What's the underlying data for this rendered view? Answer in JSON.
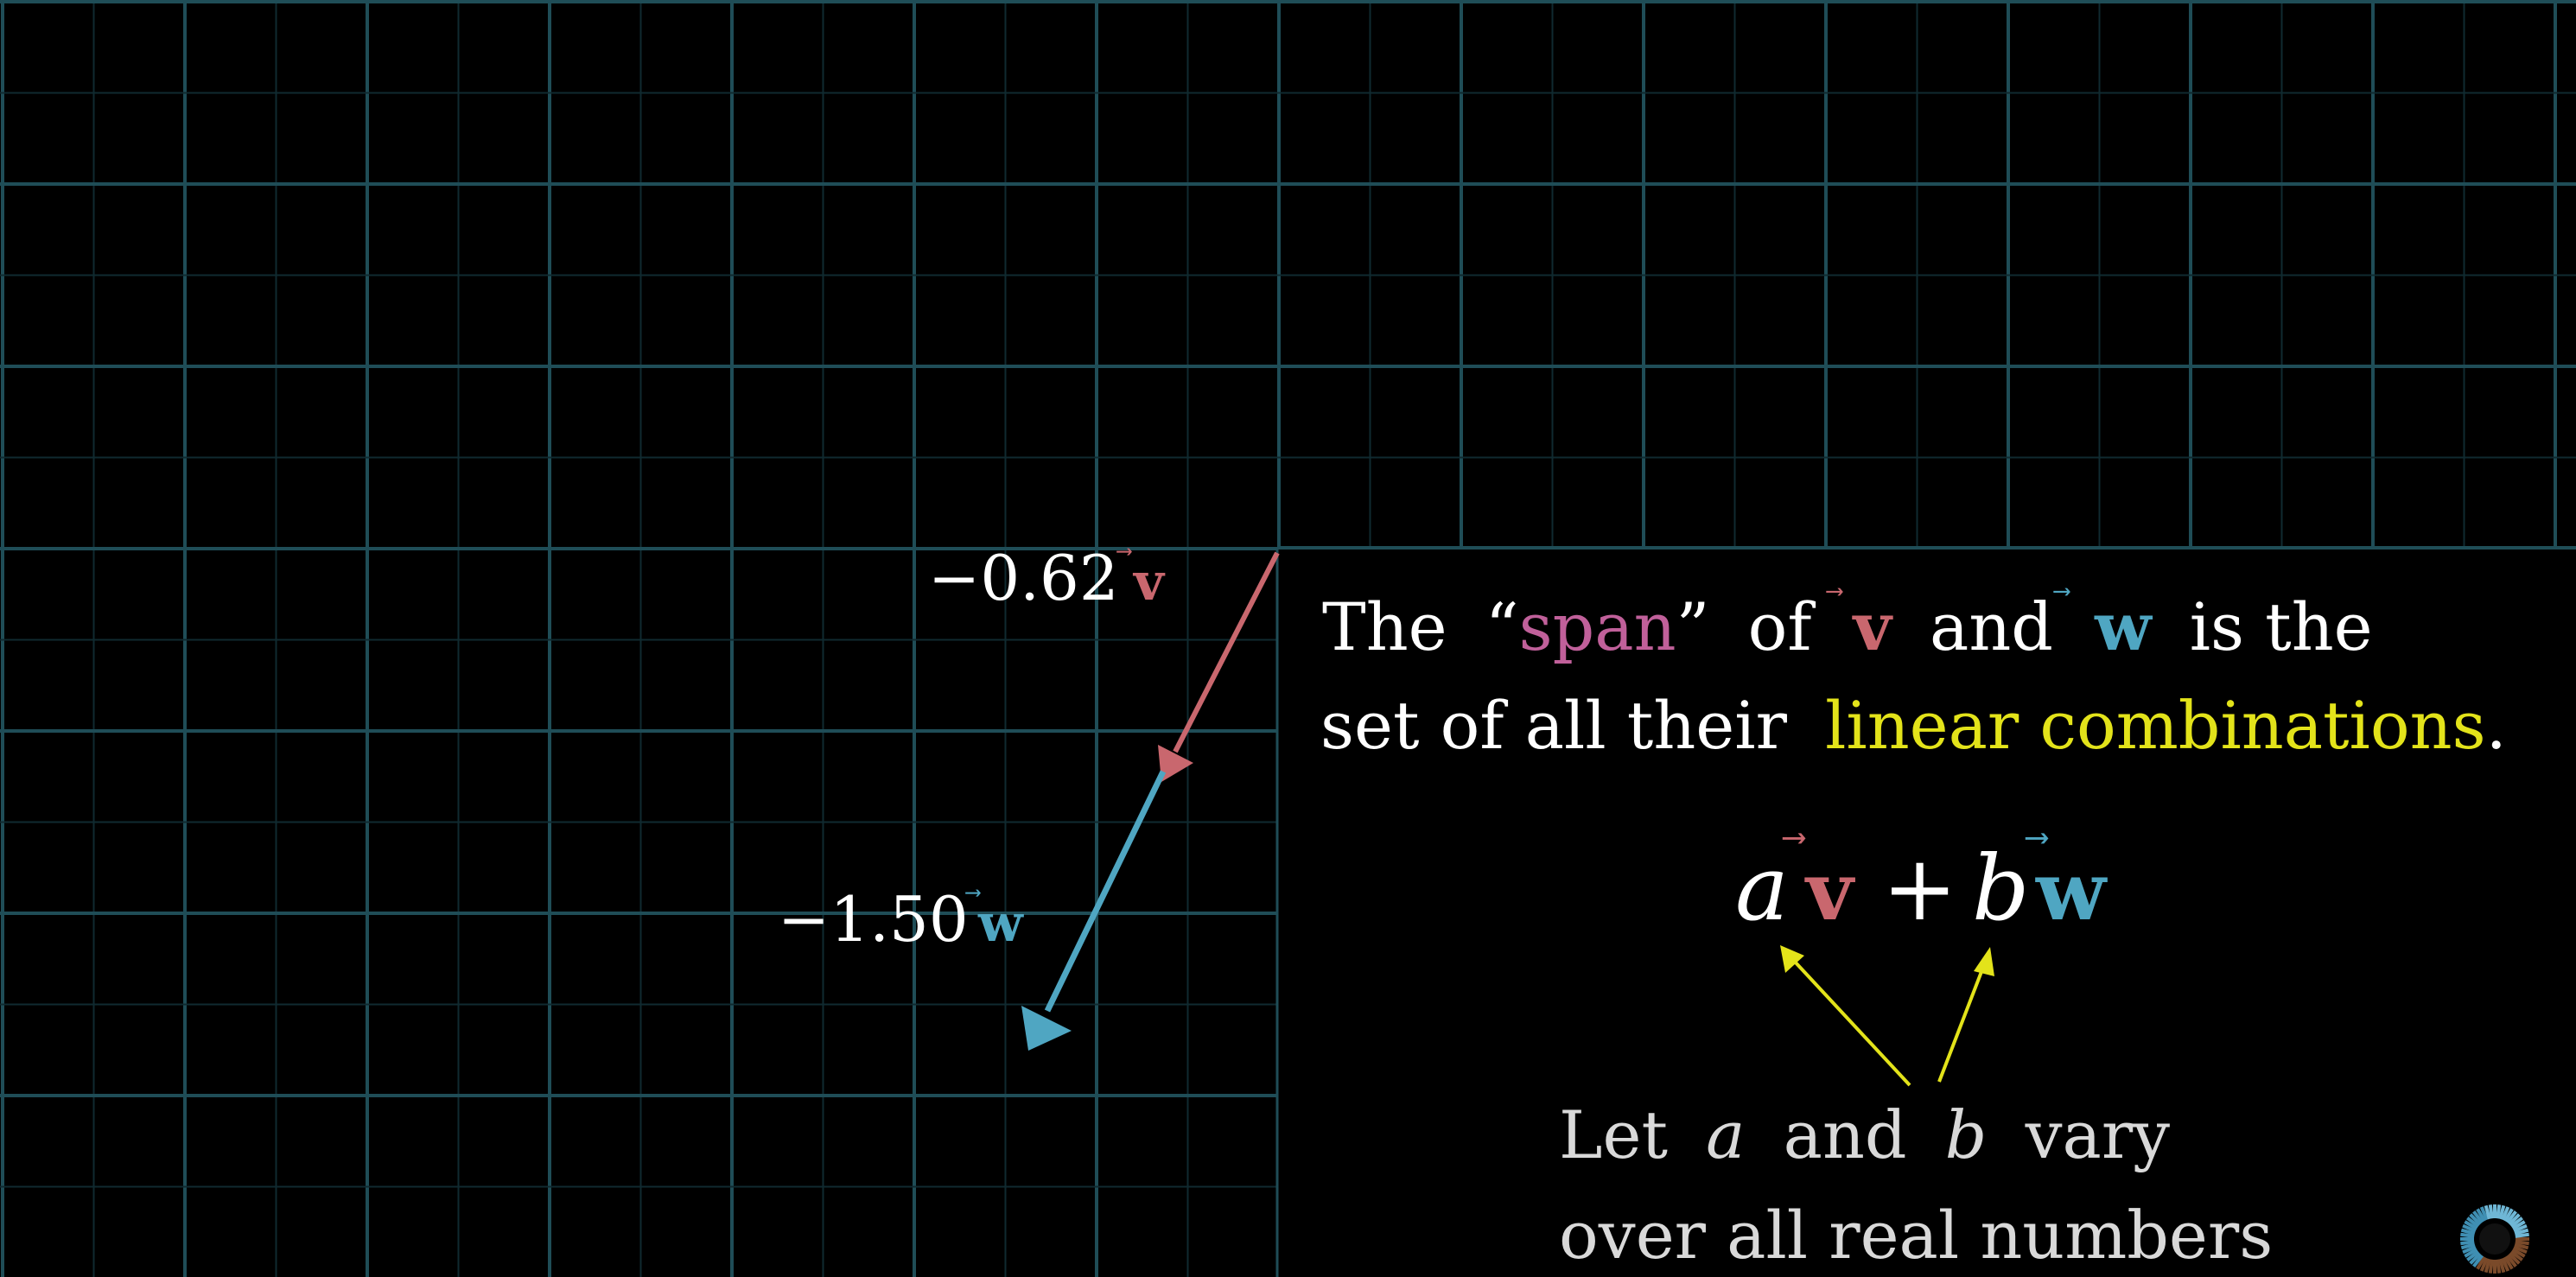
{
  "colors": {
    "background": "#000000",
    "grid_major": "#1f4d57",
    "grid_minor": "#102a30",
    "v_color": "#c9676e",
    "w_color": "#4fa6c2",
    "span_word": "#c0609a",
    "highlight_yellow": "#e3e31a",
    "text": "#ffffff",
    "note_text": "#d9d9d9"
  },
  "vectors": {
    "v": {
      "coefficient": "−0.62",
      "symbol": "v",
      "arrow_mark": "⃗"
    },
    "w": {
      "coefficient": "−1.50",
      "symbol": "w",
      "arrow_mark": "⃗"
    }
  },
  "statement": {
    "line1": {
      "the": "The",
      "open_quote": "“",
      "span": "span",
      "close_quote": "”",
      "of": "of",
      "and": "and",
      "is_the": "is the"
    },
    "line2": {
      "set_of": "set of all their",
      "linear_combinations": "linear combinations",
      "period": "."
    }
  },
  "formula": {
    "a": "a",
    "v": "v",
    "plus": "+",
    "b": "b",
    "w": "w"
  },
  "note": {
    "let": "Let",
    "a": "a",
    "and": "and",
    "b": "b",
    "vary": "vary",
    "line2": "over all real numbers"
  },
  "logo": {
    "icon": "3b1b-pi-logo-icon"
  }
}
